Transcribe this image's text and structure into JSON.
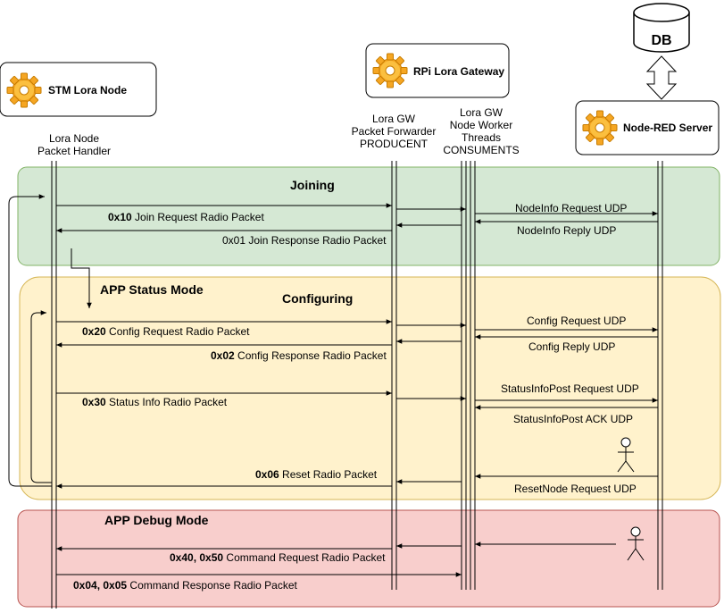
{
  "actors": {
    "stm_node": "STM Lora Node",
    "gateway": "RPi Lora Gateway",
    "nodered": "Node-RED Server",
    "db": "DB"
  },
  "lifeline_labels": {
    "node_handler": [
      "Lora Node",
      "Packet Handler"
    ],
    "forwarder": [
      "Lora GW",
      "Packet Forwarder",
      "PRODUCENT"
    ],
    "workers": [
      "Lora GW",
      "Node Worker",
      "Threads",
      "CONSUMENTS"
    ]
  },
  "sections": {
    "joining": "Joining",
    "status_mode": "APP Status Mode",
    "configuring": "Configuring",
    "debug_mode": "APP Debug Mode"
  },
  "colors": {
    "joining_fill": "#d5e8d4",
    "joining_stroke": "#82b366",
    "status_fill": "#fff2cc",
    "status_stroke": "#d6b656",
    "debug_fill": "#f8cecc",
    "debug_stroke": "#b85450"
  },
  "messages": {
    "join_req_code": "0x10",
    "join_req": "Join Request Radio Packet",
    "join_resp_code": "0x01",
    "join_resp": "Join Response Radio Packet",
    "nodeinfo_req": "NodeInfo Request UDP",
    "nodeinfo_reply": "NodeInfo Reply UDP",
    "config_req_code": "0x20",
    "config_req": "Config Request Radio Packet",
    "config_resp_code": "0x02",
    "config_resp": "Config Response Radio Packet",
    "config_req_udp": "Config Request UDP",
    "config_reply_udp": "Config Reply UDP",
    "status_code": "0x30",
    "status": "Status Info Radio Packet",
    "statuspost_req": "StatusInfoPost Request UDP",
    "statuspost_ack": "StatusInfoPost ACK UDP",
    "reset_code": "0x06",
    "reset": "Reset Radio Packet",
    "resetnode_req": "ResetNode Request UDP",
    "cmd_req_code": "0x40, 0x50",
    "cmd_req": "Command Request Radio Packet",
    "cmd_resp_code": "0x04, 0x05",
    "cmd_resp": "Command Response Radio Packet"
  }
}
